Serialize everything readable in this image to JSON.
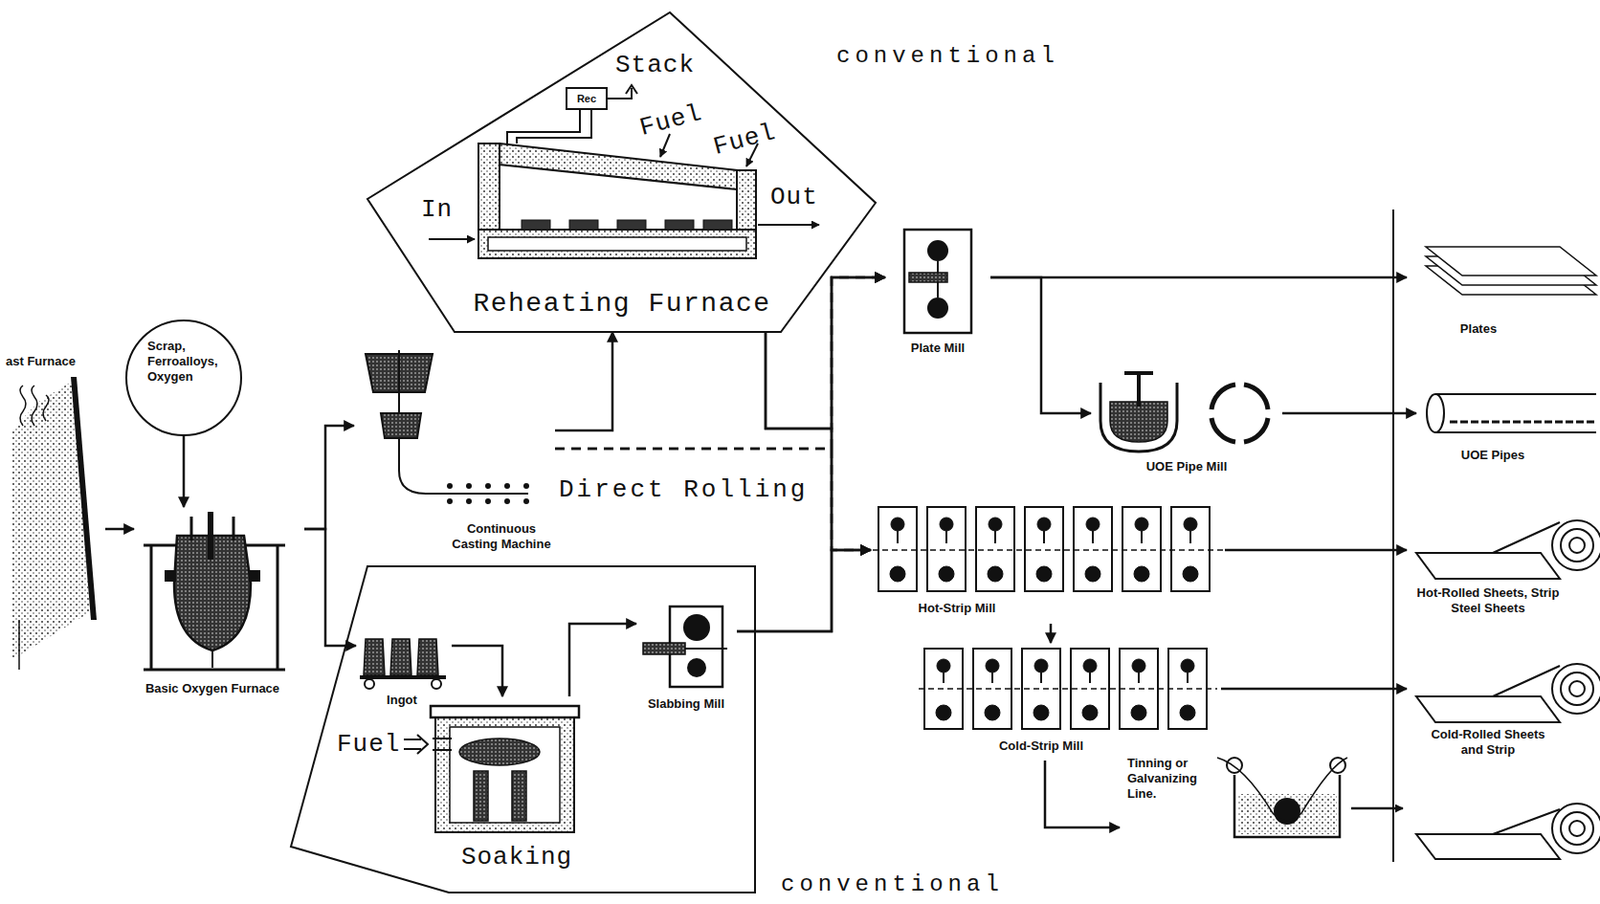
{
  "diagram": {
    "nodes": [
      {
        "text": [
          "conventional",
          "Reheating Furnace"
        ]
      },
      {
        "text": [
          "ast Furnace"
        ]
      },
      {
        "text": [
          "Scrap, Ferroalloys, Oxygen"
        ]
      },
      {
        "text": [
          "Basic Oxygen Furnace"
        ]
      },
      {
        "text": [
          "Continuous Casting Machine"
        ]
      },
      {
        "text": [
          "conventional"
        ]
      },
      {
        "text": [
          "Ingot"
        ],
        "in": 5
      },
      {
        "text": [
          "Soaking"
        ],
        "in": 5
      },
      {
        "text": [
          "Slabbing Mill"
        ],
        "in": 5
      },
      {
        "text": [
          "Plate Mill"
        ]
      },
      {
        "text": [
          "UOE Pipe Mill"
        ]
      },
      {
        "text": [
          "Hot-Strip Mill"
        ]
      },
      {
        "text": [
          "Cold-Strip Mill"
        ]
      },
      {
        "text": [
          "Tinning or Galvanizing Line."
        ]
      },
      {
        "text": [
          "Plates"
        ]
      },
      {
        "text": [
          "UOE Pipes"
        ]
      },
      {
        "text": [
          "Hot-Rolled Sheets, Strip Steel Sheets"
        ]
      },
      {
        "text": [
          "Cold-Rolled Sheets and Strip"
        ]
      }
    ],
    "edges": [
      {
        "from": 1,
        "to": 3,
        "arrow": "to"
      },
      {
        "from": 2,
        "to": 3,
        "arrow": "to"
      },
      {
        "from": 3,
        "to": 4,
        "arrow": "to"
      },
      {
        "from": 3,
        "to": 6,
        "arrow": "to"
      },
      {
        "from": 6,
        "to": 7,
        "arrow": "to"
      },
      {
        "from": 7,
        "to": 8,
        "arrow": "to"
      },
      {
        "from": 4,
        "to": 0,
        "arrow": "to"
      },
      {
        "from": 0,
        "to": 9,
        "arrow": "to"
      },
      {
        "from": 0,
        "to": 11,
        "arrow": "to"
      },
      {
        "from": 8,
        "to": 9,
        "arrow": "to"
      },
      {
        "from": 8,
        "to": 11,
        "arrow": "to"
      },
      {
        "from": 4,
        "to": 9,
        "arrow": "to"
      },
      {
        "from": 4,
        "to": 11,
        "arrow": "to"
      },
      {
        "from": 9,
        "to": 14,
        "arrow": "to"
      },
      {
        "from": 9,
        "to": 10,
        "arrow": "to"
      },
      {
        "from": 10,
        "to": 15,
        "arrow": "to"
      },
      {
        "from": 11,
        "to": 16,
        "arrow": "to"
      },
      {
        "from": 11,
        "to": 12,
        "arrow": "to"
      },
      {
        "from": 12,
        "to": 17,
        "arrow": "to"
      },
      {
        "from": 12,
        "to": 13,
        "arrow": "to"
      }
    ],
    "labels": [
      "Stack",
      "Rec",
      "Fuel",
      "Fuel",
      "In",
      "Out",
      "Direct Rolling",
      "Fuel"
    ]
  }
}
